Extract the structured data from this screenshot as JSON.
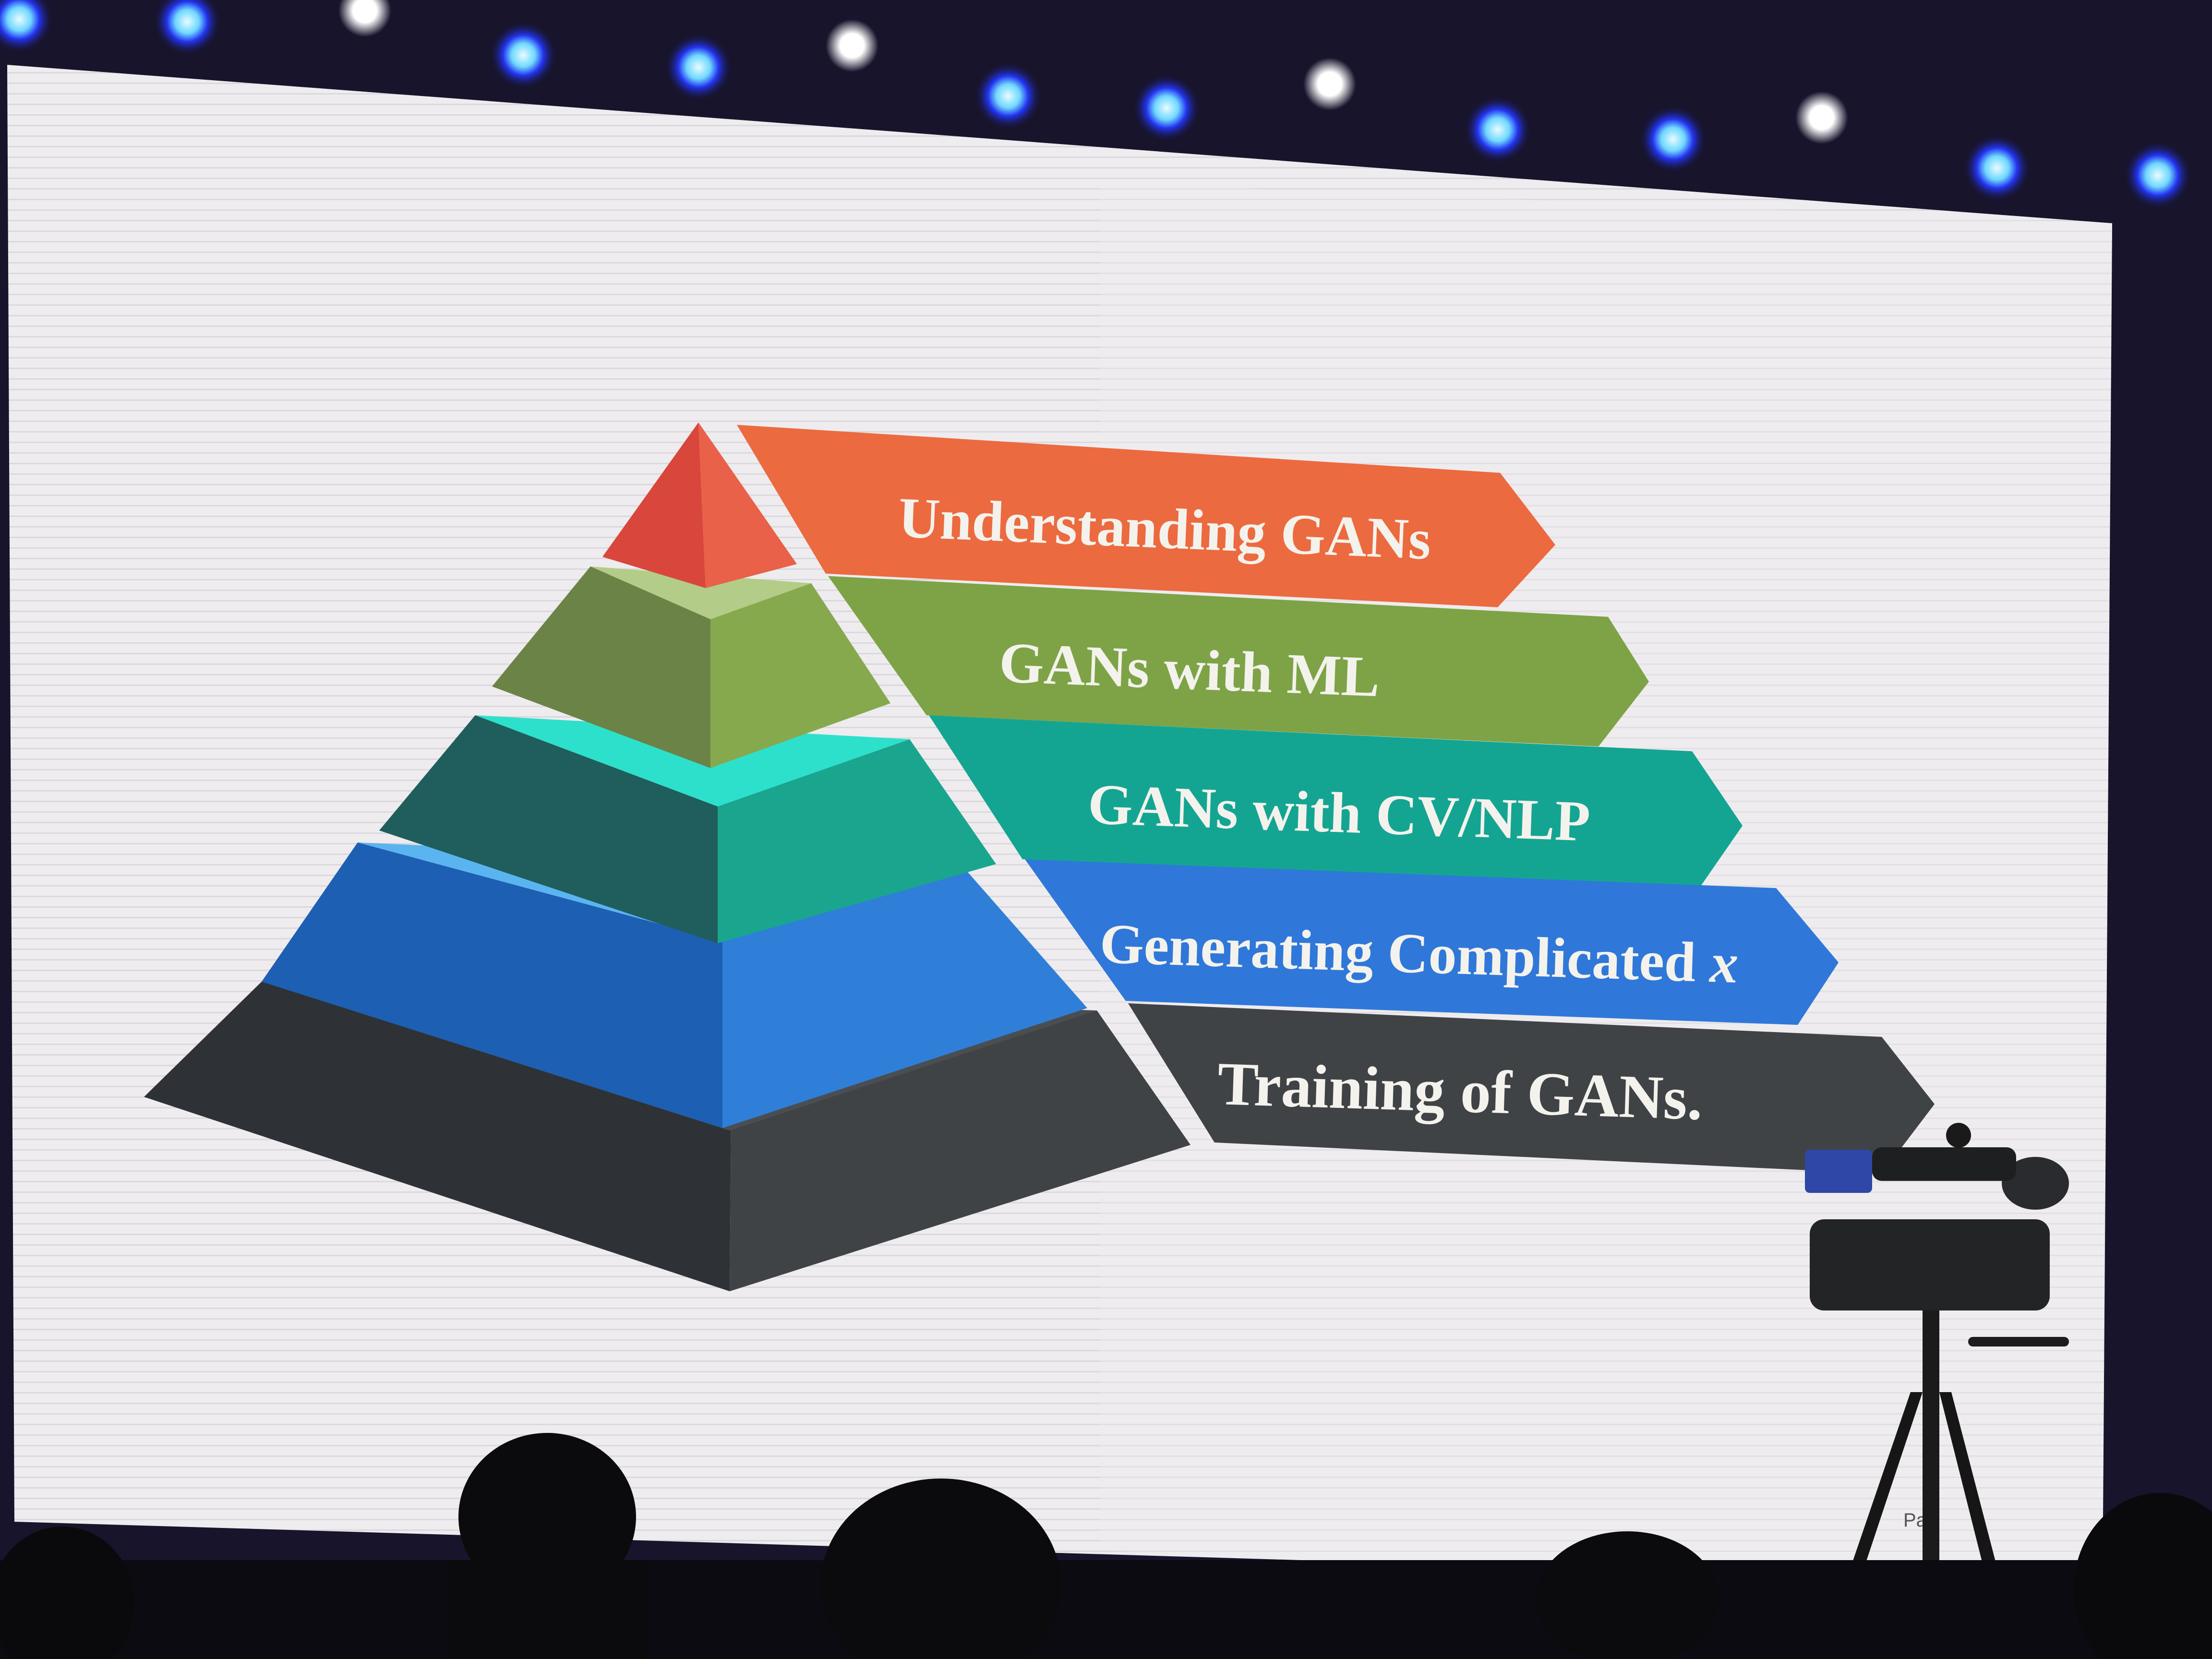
{
  "slide": {
    "bands": [
      {
        "label": "Understanding GANs",
        "color": "#ec6a3f"
      },
      {
        "label": "GANs with ML",
        "color": "#7da346"
      },
      {
        "label": "GANs with CV/NLP",
        "color": "#14a592"
      },
      {
        "label": "Generating Complicated ",
        "variable": "x",
        "color": "#2f78d9"
      },
      {
        "label": "Training of GANs.",
        "color": "#3f4346"
      }
    ],
    "pyramid_colors": [
      "#e45a45",
      "#7a9a52",
      "#1aa58f",
      "#2f7fd8",
      "#3a3e42"
    ],
    "corner_text": "Pa"
  },
  "colors": {
    "screen": "#eceaec",
    "stage": "#141226",
    "stage_light_blue": "#2d3df0",
    "stage_light_white": "#ffffff"
  }
}
